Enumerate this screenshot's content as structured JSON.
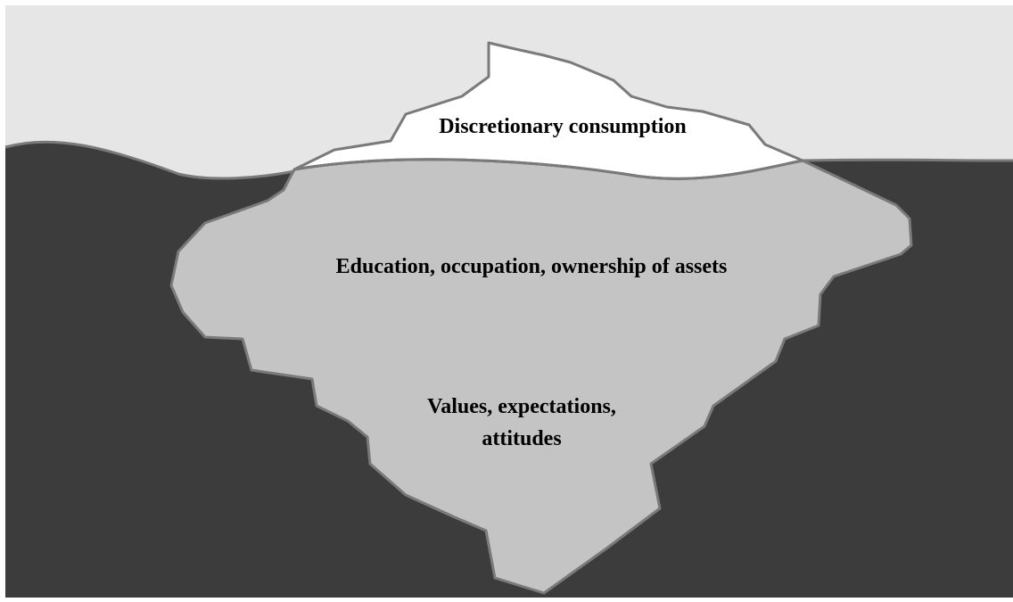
{
  "diagram": {
    "colors": {
      "background": "#ffffff",
      "sky": "#e6e6e6",
      "water": "#3c3c3c",
      "iceberg_tip": "#ffffff",
      "iceberg_submerged": "#c4c4c4",
      "outline": "#7a7a7a"
    },
    "layers": {
      "tip": "Discretionary consumption",
      "middle": "Education, occupation, ownership of assets",
      "base_line1": "Values, expectations,",
      "base_line2": "attitudes"
    }
  }
}
